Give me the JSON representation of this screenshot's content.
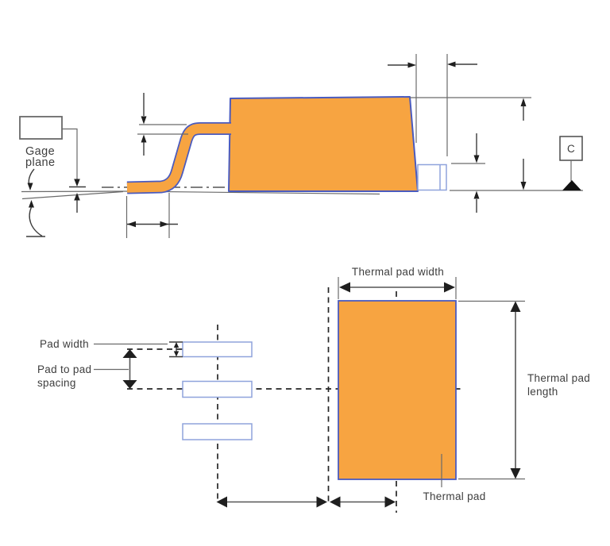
{
  "colors": {
    "orange": "#F7A441",
    "outline_blue": "#4A5BBF",
    "pad_blue": "#8FA3DC",
    "ink": "#1F1F1F",
    "line_gray": "#6A6A6A",
    "text_gray": "#3E3E3E",
    "background": "#FFFFFF"
  },
  "side_view": {
    "gage_plane_label": "Gage plane",
    "gage_plane_lines": [
      "Gage",
      "plane"
    ],
    "datum_label": "C"
  },
  "land_pattern_view": {
    "pad_width_label": "Pad width",
    "pad_to_pad_spacing_label": "Pad to pad spacing",
    "pad_to_pad_lines": [
      "Pad to pad",
      "spacing"
    ],
    "thermal_pad_width_label": "Thermal pad width",
    "thermal_pad_length_label": "Thermal pad length",
    "thermal_pad_length_lines": [
      "Thermal pad",
      "length"
    ],
    "thermal_pad_label": "Thermal pad"
  }
}
